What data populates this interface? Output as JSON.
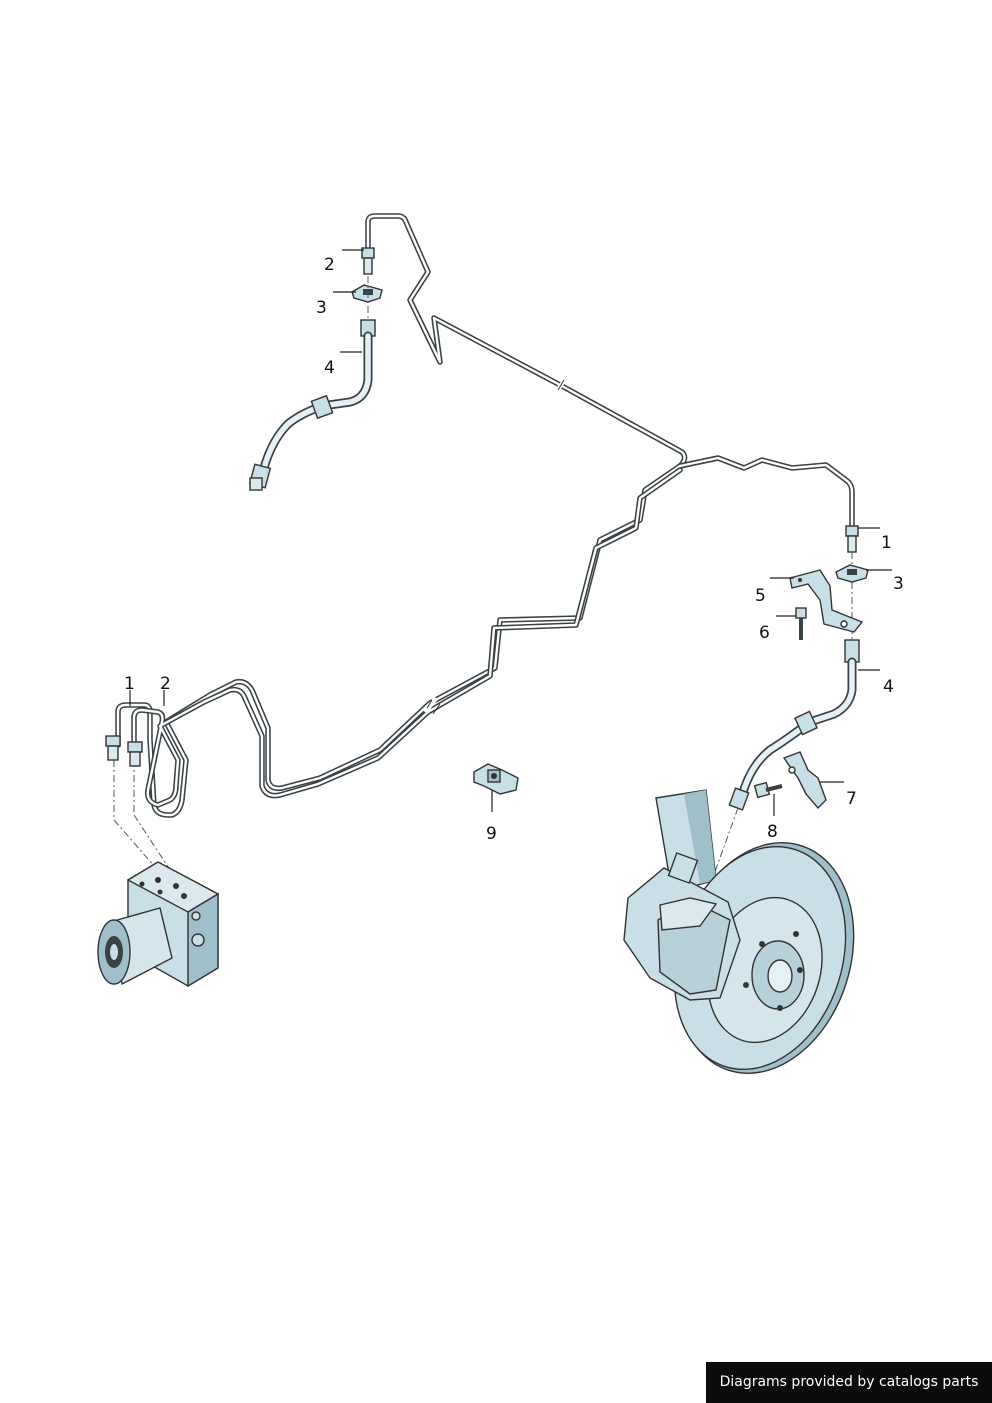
{
  "callouts": [
    {
      "id": "c-top-2",
      "text": "2"
    },
    {
      "id": "c-top-3",
      "text": "3"
    },
    {
      "id": "c-top-4",
      "text": "4"
    },
    {
      "id": "c-right-1",
      "text": "1"
    },
    {
      "id": "c-right-3",
      "text": "3"
    },
    {
      "id": "c-right-5",
      "text": "5"
    },
    {
      "id": "c-right-6",
      "text": "6"
    },
    {
      "id": "c-right-4",
      "text": "4"
    },
    {
      "id": "c-left-1",
      "text": "1"
    },
    {
      "id": "c-left-2",
      "text": "2"
    },
    {
      "id": "c-right-7",
      "text": "7"
    },
    {
      "id": "c-right-8",
      "text": "8"
    },
    {
      "id": "c-mid-9",
      "text": "9"
    }
  ],
  "footer": {
    "text": "Diagrams provided by catalogs parts"
  },
  "colors": {
    "line": "#3a4246",
    "part_fill": "#c9dfe7",
    "part_shade": "#9fbfca",
    "background": "#ffffff"
  }
}
